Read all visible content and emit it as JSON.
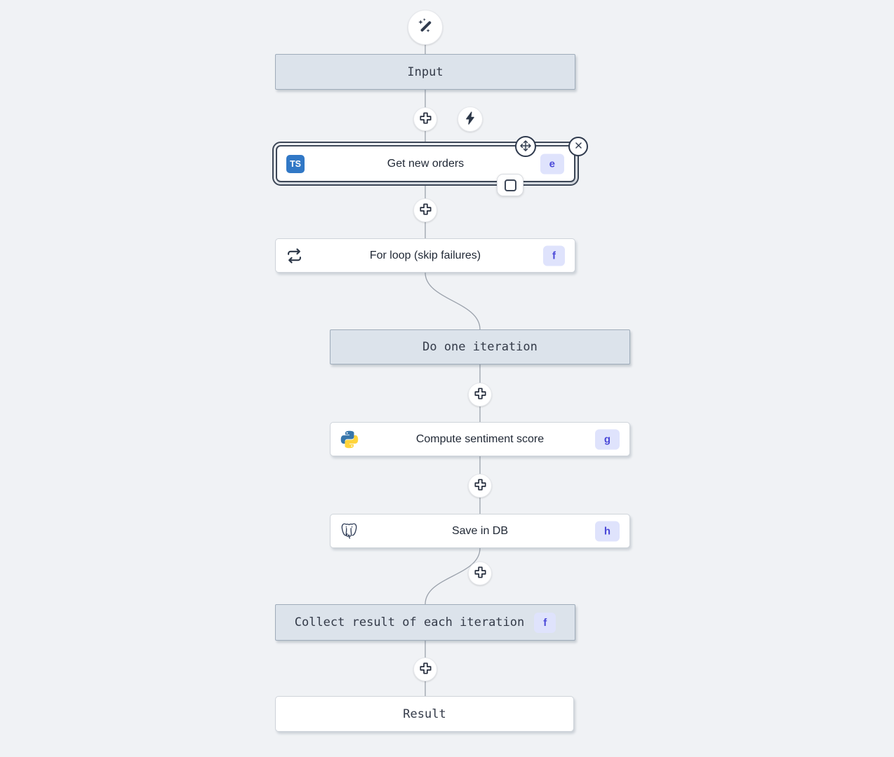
{
  "flow": {
    "nodes": [
      {
        "id": "input",
        "label": "Input",
        "type": "virtual"
      },
      {
        "id": "get-new-orders",
        "label": "Get new orders",
        "badge": "e",
        "language": "typescript",
        "selected": true
      },
      {
        "id": "for-loop",
        "label": "For loop (skip failures)",
        "badge": "f",
        "kind": "forloop"
      },
      {
        "id": "do-one-iteration",
        "label": "Do one iteration",
        "type": "virtual"
      },
      {
        "id": "compute-sentiment-score",
        "label": "Compute sentiment score",
        "badge": "g",
        "language": "python"
      },
      {
        "id": "save-in-db",
        "label": "Save in DB",
        "badge": "h",
        "language": "postgresql"
      },
      {
        "id": "collect-result",
        "label": "Collect result of each iteration",
        "badge": "f",
        "type": "virtual"
      },
      {
        "id": "result",
        "label": "Result",
        "type": "virtual"
      }
    ],
    "icons": {
      "typescript_label": "TS"
    }
  },
  "colors": {
    "canvas_bg": "#f0f2f5",
    "virtual_node_fill": "#dce3eb",
    "virtual_node_border": "#9facba",
    "selected_outline": "#3d4757",
    "badge_bg": "#dfe3fc",
    "badge_text": "#4b49d8",
    "edge": "#9aa1ab",
    "icon_dark": "#2f3a4d",
    "typescript_blue": "#3178c6",
    "python_blue": "#3776ab",
    "python_yellow": "#ffd43b"
  }
}
